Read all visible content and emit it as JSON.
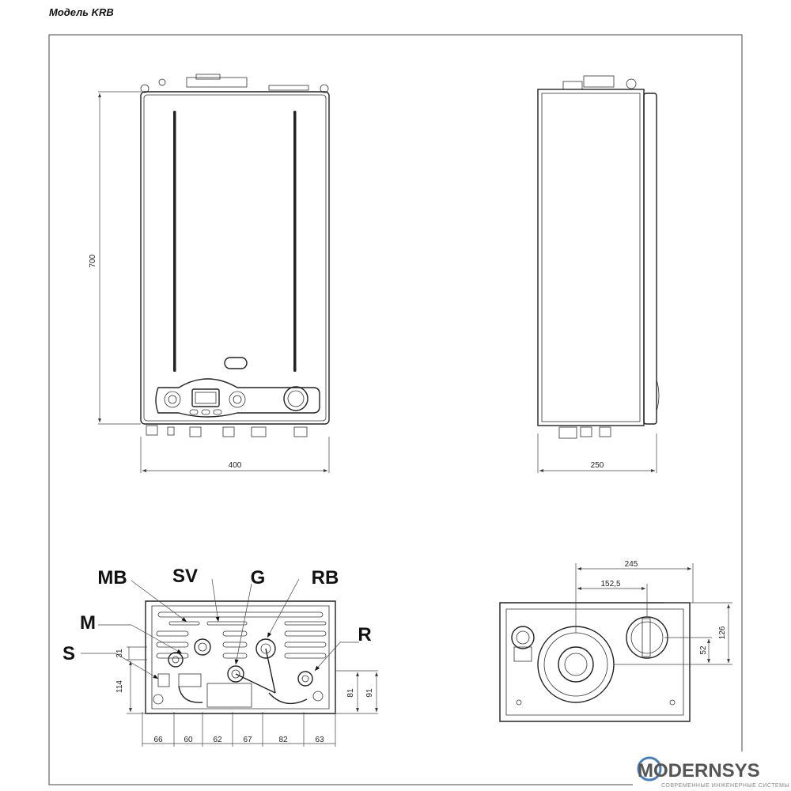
{
  "title": "Модель KRB",
  "front_view": {
    "height_label": "700",
    "width_label": "400"
  },
  "side_view": {
    "depth_label": "250"
  },
  "bottom_view": {
    "callouts": {
      "mb": "MB",
      "sv": "SV",
      "g": "G",
      "rb": "RB",
      "m": "M",
      "s": "S",
      "r": "R"
    },
    "vertical_dims": [
      "31",
      "114",
      "81",
      "91"
    ],
    "spacing_dims": [
      "66",
      "60",
      "62",
      "67",
      "82",
      "63"
    ]
  },
  "top_view": {
    "dims": [
      "245",
      "152,5",
      "126",
      "52"
    ]
  },
  "logo": {
    "name": "MODERNSYS",
    "tagline": "СОВРЕМЕННЫЕ ИНЖЕНЕРНЫЕ СИСТЕМЫ"
  }
}
